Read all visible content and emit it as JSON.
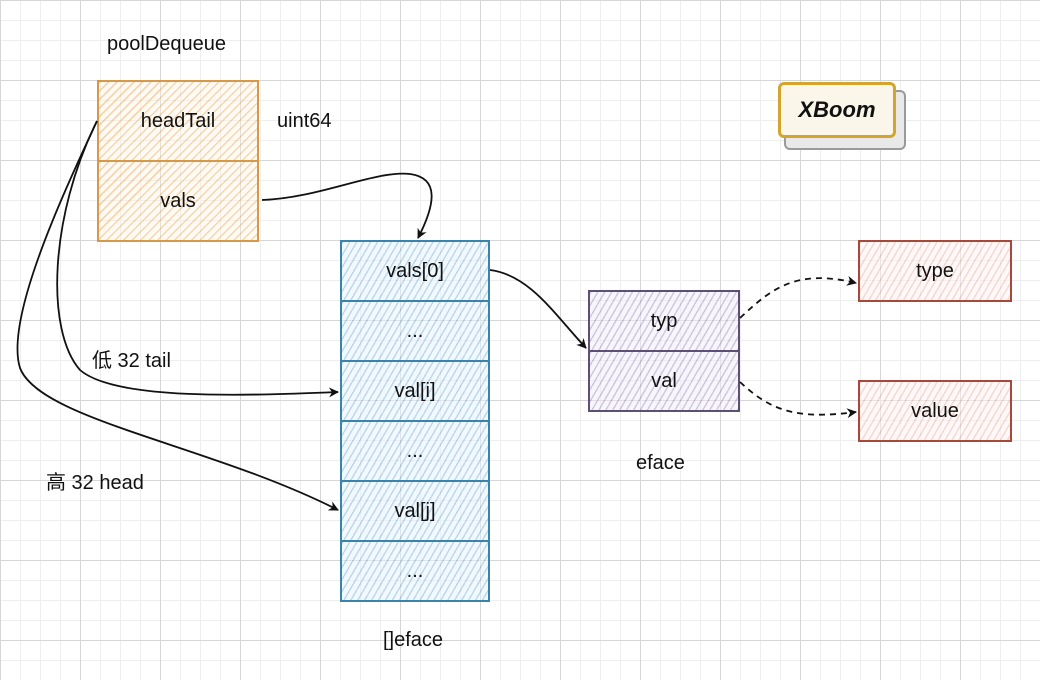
{
  "pool_dequeue": {
    "title": "poolDequeue",
    "head_tail": "headTail",
    "head_tail_type": "uint64",
    "vals": "vals"
  },
  "slice": {
    "cells": [
      "vals[0]",
      "...",
      "val[i]",
      "...",
      "val[j]",
      "..."
    ],
    "caption": "[]eface"
  },
  "eface": {
    "typ": "typ",
    "val": "val",
    "caption": "eface"
  },
  "type_box": "type",
  "value_box": "value",
  "annotations": {
    "tail": "低 32 tail",
    "head": "高 32 head"
  },
  "logo": "XBoom",
  "colors": {
    "orange": "#d49a4a",
    "blue": "#3a84ab",
    "purple": "#5d5075",
    "red": "#a54a3a",
    "logo_border": "#d4a52c"
  }
}
